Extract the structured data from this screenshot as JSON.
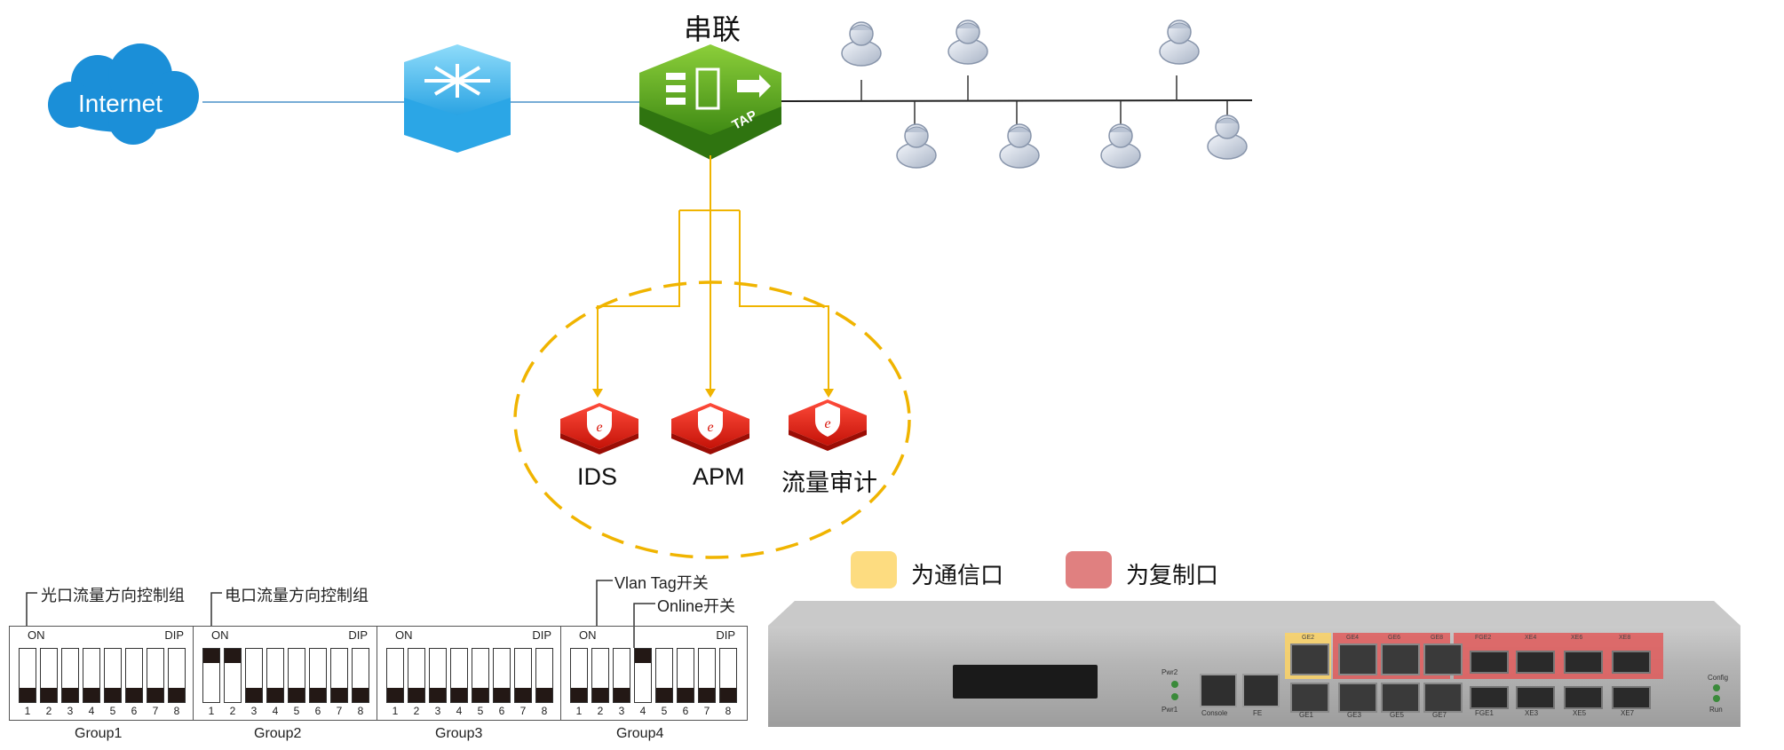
{
  "topology": {
    "cloud_label": "Internet",
    "mode_label": "串联",
    "tap_label": "TAP",
    "tools": [
      {
        "label": "IDS"
      },
      {
        "label": "APM"
      },
      {
        "label": "流量审计"
      }
    ]
  },
  "switches": {
    "optical_group_label": "光口流量方向控制组",
    "electrical_group_label": "电口流量方向控制组",
    "vlan_label": "Vlan Tag开关",
    "online_label": "Online开关",
    "on_label": "ON",
    "dip_label": "DIP",
    "numbers": [
      "1",
      "2",
      "3",
      "4",
      "5",
      "6",
      "7",
      "8"
    ],
    "groups": [
      {
        "name": "Group1",
        "up": [
          false,
          false,
          false,
          false,
          false,
          false,
          false,
          false
        ]
      },
      {
        "name": "Group2",
        "up": [
          true,
          true,
          false,
          false,
          false,
          false,
          false,
          false
        ]
      },
      {
        "name": "Group3",
        "up": [
          false,
          false,
          false,
          false,
          false,
          false,
          false,
          false
        ]
      },
      {
        "name": "Group4",
        "up": [
          false,
          false,
          false,
          true,
          false,
          false,
          false,
          false
        ]
      }
    ]
  },
  "legend": {
    "comm_label": "为通信口",
    "comm_color": "#fddc80",
    "copy_label": "为复制口",
    "copy_color": "#e08080"
  },
  "device": {
    "left_leds": [
      "Pwr2",
      "Pwr1"
    ],
    "right_leds": [
      "Config",
      "Run"
    ],
    "bottom_ports": [
      "Console",
      "FE",
      "GE1",
      "GE3",
      "GE5",
      "GE7",
      "FGE1",
      "XE3",
      "XE5",
      "XE7"
    ],
    "top_ports": [
      {
        "label": "GE2",
        "role": "comm"
      },
      {
        "label": "GE4",
        "role": "copy"
      },
      {
        "label": "GE6",
        "role": "copy"
      },
      {
        "label": "GE8",
        "role": "copy"
      },
      {
        "label": "FGE2",
        "role": "copy"
      },
      {
        "label": "XE4",
        "role": "copy"
      },
      {
        "label": "XE6",
        "role": "copy"
      },
      {
        "label": "XE8",
        "role": "copy"
      }
    ]
  }
}
